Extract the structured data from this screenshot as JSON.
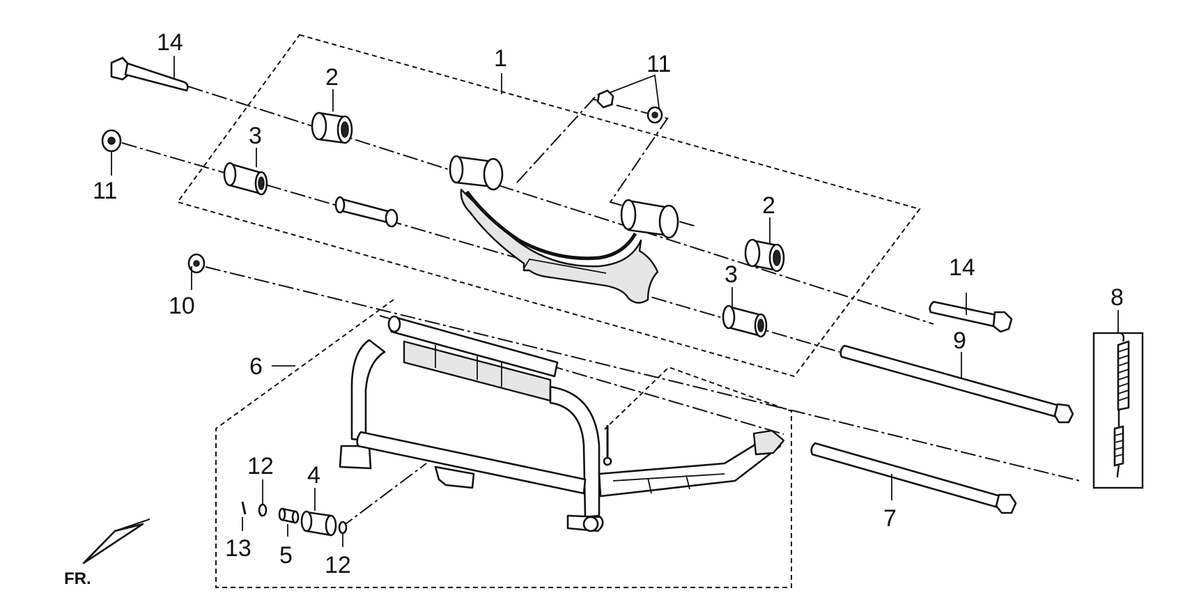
{
  "diagram": {
    "callouts": {
      "c1": "1",
      "c2a": "2",
      "c2b": "2",
      "c3a": "3",
      "c3b": "3",
      "c4": "4",
      "c5": "5",
      "c6": "6",
      "c7": "7",
      "c8": "8",
      "c9": "9",
      "c10": "10",
      "c11a": "11",
      "c11b": "11",
      "c12a": "12",
      "c12b": "12",
      "c13": "13",
      "c14a": "14",
      "c14b": "14"
    },
    "direction_label": "FR."
  }
}
